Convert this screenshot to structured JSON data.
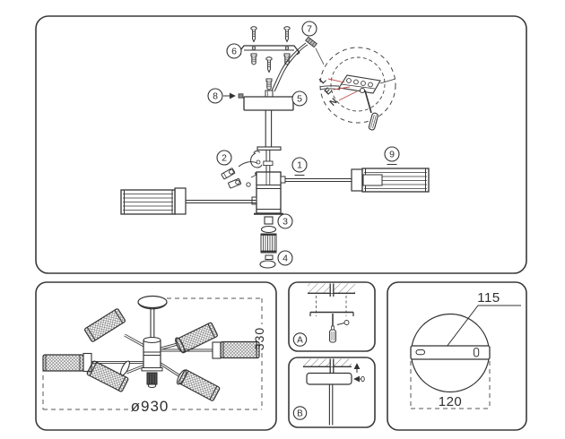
{
  "colors": {
    "line": "#333333",
    "red_leader": "#c0504d",
    "metal_fill": "#b5b5b5",
    "bulb_fill": "#555555"
  },
  "callouts": {
    "n1": "1",
    "n2": "2",
    "n3": "3",
    "n4": "4",
    "n5": "5",
    "n6": "6",
    "n7": "7",
    "n8": "8",
    "n9": "9"
  },
  "terminal_labels": {
    "line": "L",
    "earth": "E",
    "neutral": "N"
  },
  "steps": {
    "a": "A",
    "b": "B"
  },
  "dimensions": {
    "diameter": "ø930",
    "height": "330",
    "bracket_length": "115",
    "canopy_width": "120"
  }
}
